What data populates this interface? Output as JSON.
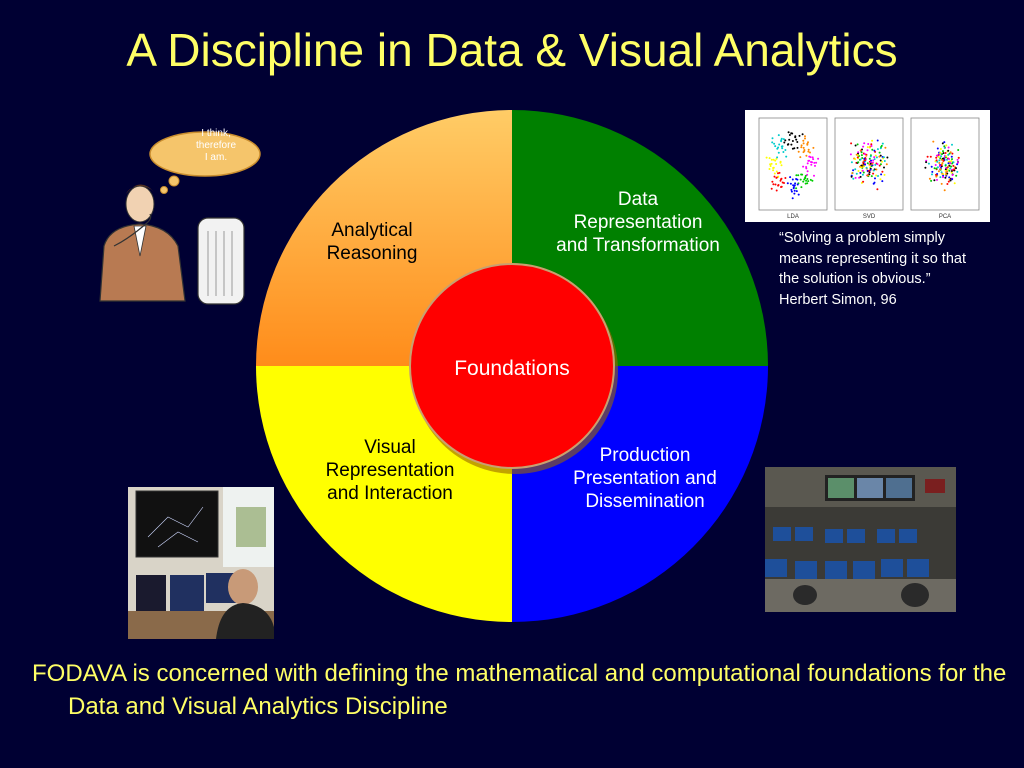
{
  "title": "A Discipline in Data & Visual Analytics",
  "diagram": {
    "center_label": "Foundations",
    "quadrants": [
      {
        "id": "top-left",
        "lines": [
          "Analytical",
          "Reasoning"
        ],
        "color": "#ff9933"
      },
      {
        "id": "top-right",
        "lines": [
          "Data",
          "Representation",
          "and Transformation"
        ],
        "color": "#008000"
      },
      {
        "id": "bottom-left",
        "lines": [
          "Visual",
          "Representation",
          "and Interaction"
        ],
        "color": "#ffff00"
      },
      {
        "id": "bottom-right",
        "lines": [
          "Production",
          "Presentation and",
          "Dissemination"
        ],
        "color": "#0000ff"
      }
    ],
    "center_color": "#ff0000"
  },
  "thought_bubble": {
    "lines": [
      "I think,",
      "therefore",
      "I am."
    ]
  },
  "quote": {
    "lines": [
      "“Solving a problem simply",
      "means representing it so that",
      "the solution is obvious.”",
      "Herbert Simon, 96"
    ]
  },
  "scatter_panels": {
    "labels": [
      "LDA",
      "SVD",
      "PCA"
    ]
  },
  "bottom_text": "FODAVA is concerned with defining the mathematical and computational foundations  for the Data and Visual Analytics Discipline"
}
